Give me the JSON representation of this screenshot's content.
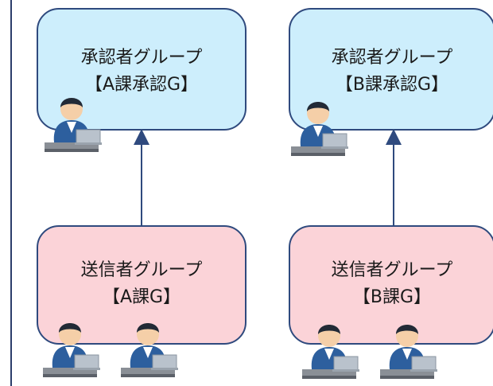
{
  "groups": {
    "a_approver": {
      "line1": "承認者グループ",
      "line2": "【A課承認G】"
    },
    "b_approver": {
      "line1": "承認者グループ",
      "line2": "【B課承認G】"
    },
    "a_sender": {
      "line1": "送信者グループ",
      "line2": "【A課G】"
    },
    "b_sender": {
      "line1": "送信者グループ",
      "line2": "【B課G】"
    }
  },
  "colors": {
    "approver_fill": "#cdeefc",
    "sender_fill": "#fbd3d8",
    "border": "#2f4a7e",
    "arrow": "#2f4a7e"
  },
  "icons": [
    "person-at-laptop-icon"
  ]
}
